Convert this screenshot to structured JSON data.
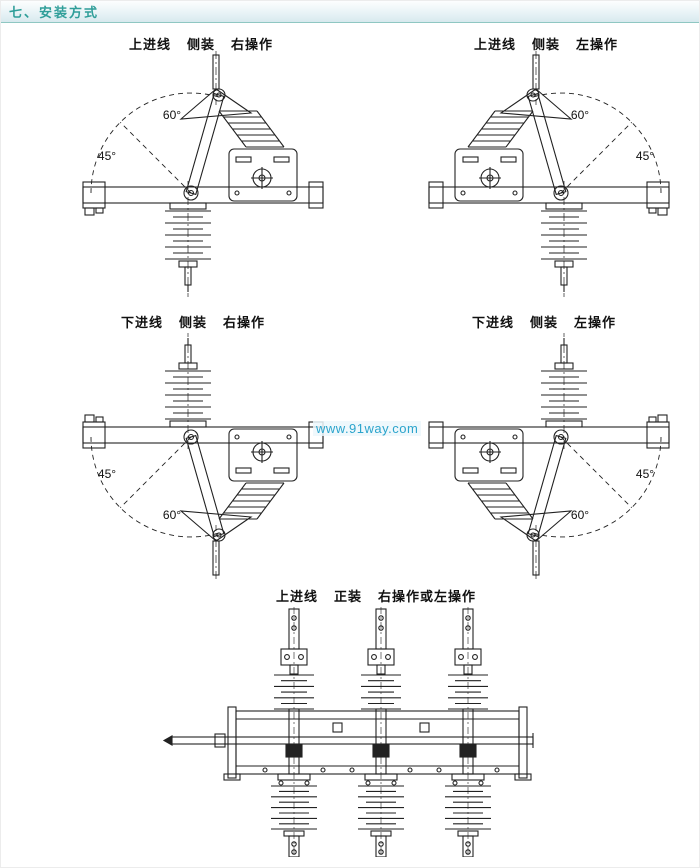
{
  "header": {
    "title": "七、安装方式"
  },
  "watermark": {
    "text": "www.91way.com"
  },
  "diagrams": {
    "top_left": {
      "parts": [
        "上进线",
        "侧装",
        "右操作"
      ],
      "angle_60": "60°",
      "angle_45": "45°"
    },
    "top_right": {
      "parts": [
        "上进线",
        "侧装",
        "左操作"
      ],
      "angle_60": "60°",
      "angle_45": "45°"
    },
    "mid_left": {
      "parts": [
        "下进线",
        "侧装",
        "右操作"
      ],
      "angle_60": "60°",
      "angle_45": "45°"
    },
    "mid_right": {
      "parts": [
        "下进线",
        "侧装",
        "左操作"
      ],
      "angle_60": "60°",
      "angle_45": "45°"
    },
    "bottom": {
      "parts": [
        "上进线",
        "正装",
        "右操作或左操作"
      ]
    }
  },
  "colors": {
    "header_text": "#2f9e99",
    "header_rule": "#8fc7c2",
    "watermark": "#2ba4cc",
    "drawing_line": "#222222",
    "page_bg": "#ffffff"
  }
}
